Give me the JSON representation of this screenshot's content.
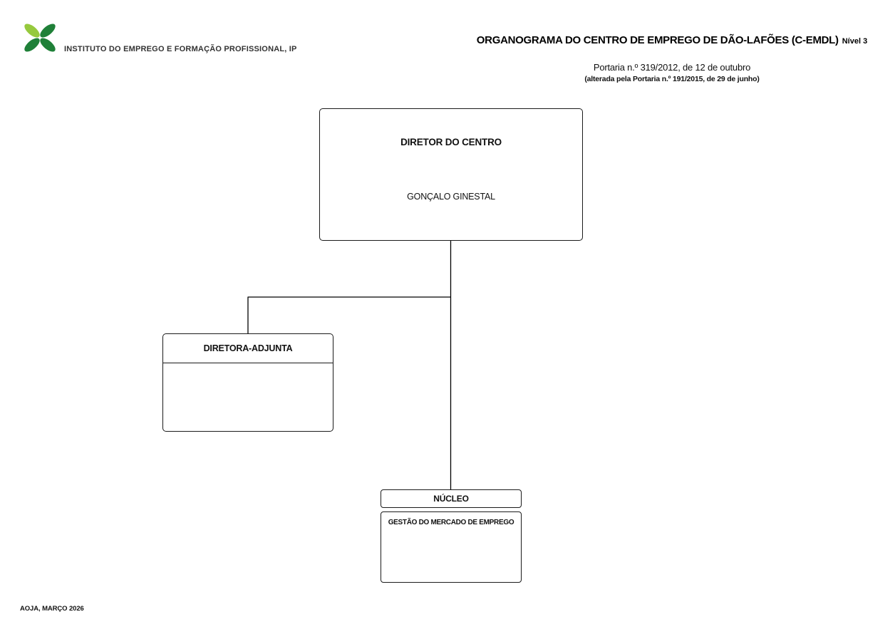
{
  "header": {
    "logo_text": "INSTITUTO DO EMPREGO E FORMAÇÃO PROFISSIONAL, IP",
    "title": "ORGANOGRAMA DO CENTRO DE EMPREGO DE DÃO-LAFÕES (C-EMDL)",
    "title_suffix": "Nível 3",
    "portaria": "Portaria n.º 319/2012, de 12 de outubro",
    "portaria_amendment": "(alterada pela Portaria n.º 191/2015, de 29 de junho)"
  },
  "chart": {
    "type": "org-chart",
    "director": {
      "title": "DIRETOR DO CENTRO",
      "name": "GONÇALO GINESTAL"
    },
    "adjunct": {
      "title": "DIRETORA-ADJUNTA",
      "name": "",
      "reports_to": "DIRETOR DO CENTRO"
    },
    "nucleo": {
      "header": "NÚCLEO",
      "body": "GESTÃO DO MERCADO DE EMPREGO",
      "reports_to": "DIRETOR DO CENTRO"
    }
  },
  "footer": {
    "note": "AOJA, MARÇO 2026"
  },
  "colors": {
    "logo_green_dark": "#1F8038",
    "logo_green_light": "#96C93D",
    "line_color": "#000000"
  }
}
